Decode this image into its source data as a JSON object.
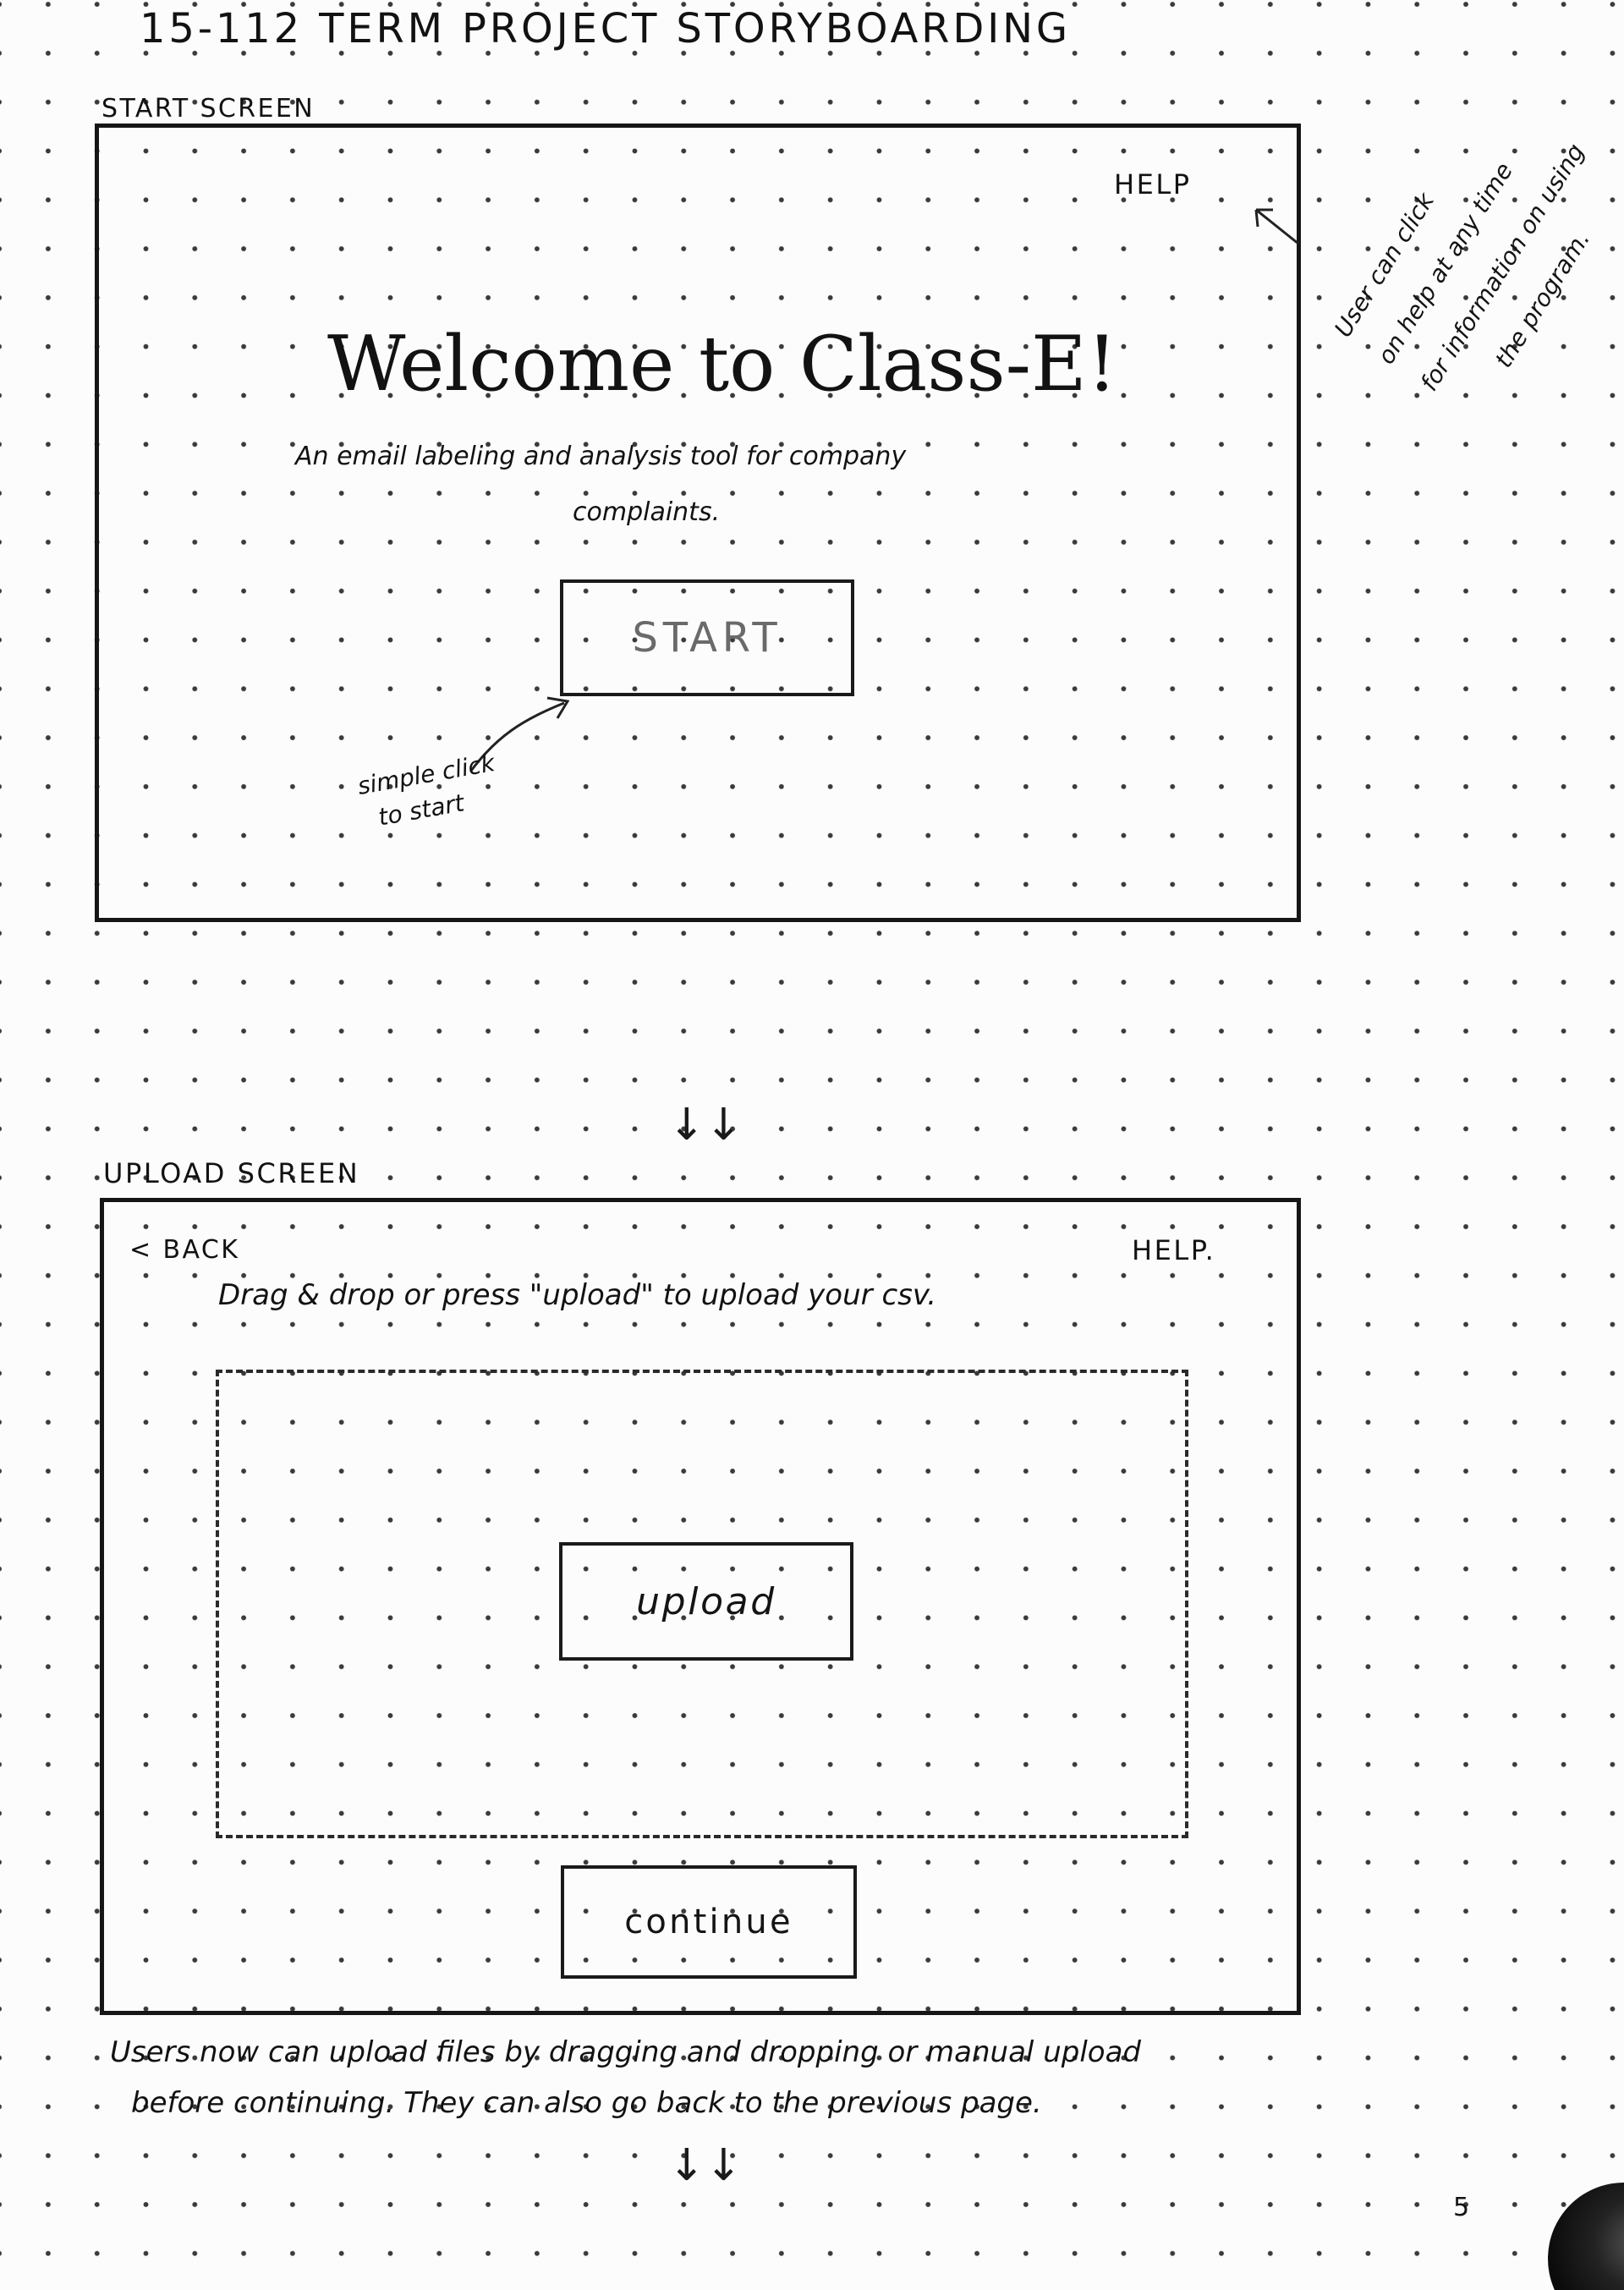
{
  "page": {
    "title": "15-112 TERM PROJECT STORYBOARDING",
    "page_number": "5"
  },
  "start_screen": {
    "label": "START SCREEN",
    "help": "HELP",
    "heading": "Welcome to Class-E!",
    "subtitle_line1": "An email labeling and analysis tool for company",
    "subtitle_line2": "complaints.",
    "start_button": "START",
    "start_note_line1": "simple click",
    "start_note_line2": "to start",
    "help_note_line1": "User can click",
    "help_note_line2": "on help at any time",
    "help_note_line3": "for information on using",
    "help_note_line4": "the program."
  },
  "upload_screen": {
    "label": "UPLOAD SCREEN",
    "back": "< BACK",
    "help": "HELP.",
    "instruction": "Drag & drop or press \"upload\" to upload your csv.",
    "upload_button": "upload",
    "continue_button": "continue"
  },
  "notes": {
    "line1": "Users now can upload files by dragging and dropping or manual upload",
    "line2": "before continuing. They can also go back to the previous page."
  },
  "arrows": {
    "down": "↓↓"
  }
}
